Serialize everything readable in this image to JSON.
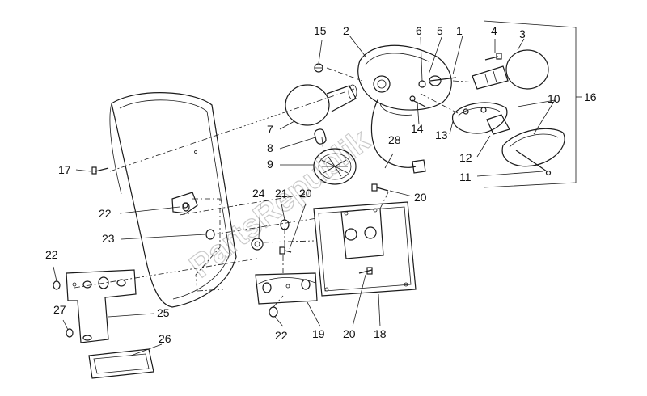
{
  "watermark": "PartsRepublik",
  "callouts": {
    "c1": "1",
    "c2": "2",
    "c3": "3",
    "c4": "4",
    "c5": "5",
    "c6": "6",
    "c7": "7",
    "c8": "8",
    "c9": "9",
    "c10": "10",
    "c11": "11",
    "c12": "12",
    "c13": "13",
    "c14": "14",
    "c15": "15",
    "c16": "16",
    "c17": "17",
    "c18": "18",
    "c19": "19",
    "c20a": "20",
    "c20b": "20",
    "c20c": "20",
    "c21": "21",
    "c22a": "22",
    "c22b": "22",
    "c22c": "22",
    "c23": "23",
    "c24": "24",
    "c25": "25",
    "c26": "26",
    "c27": "27",
    "c28": "28"
  }
}
